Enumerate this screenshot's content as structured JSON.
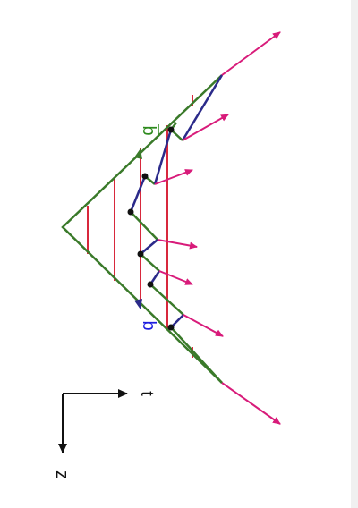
{
  "labels": {
    "b_bar": "b",
    "b": "b",
    "t": "t",
    "z": "z"
  },
  "colors": {
    "green_line": "#3a7a2a",
    "blue_line": "#2b2a8a",
    "red_line": "#d8283c",
    "arrow": "#d81b7a",
    "axis": "#111111",
    "label_b_bar": "#2e8b1e",
    "label_b": "#1e1ee0",
    "dot": "#111111",
    "right_margin": "#f0f0f0"
  }
}
